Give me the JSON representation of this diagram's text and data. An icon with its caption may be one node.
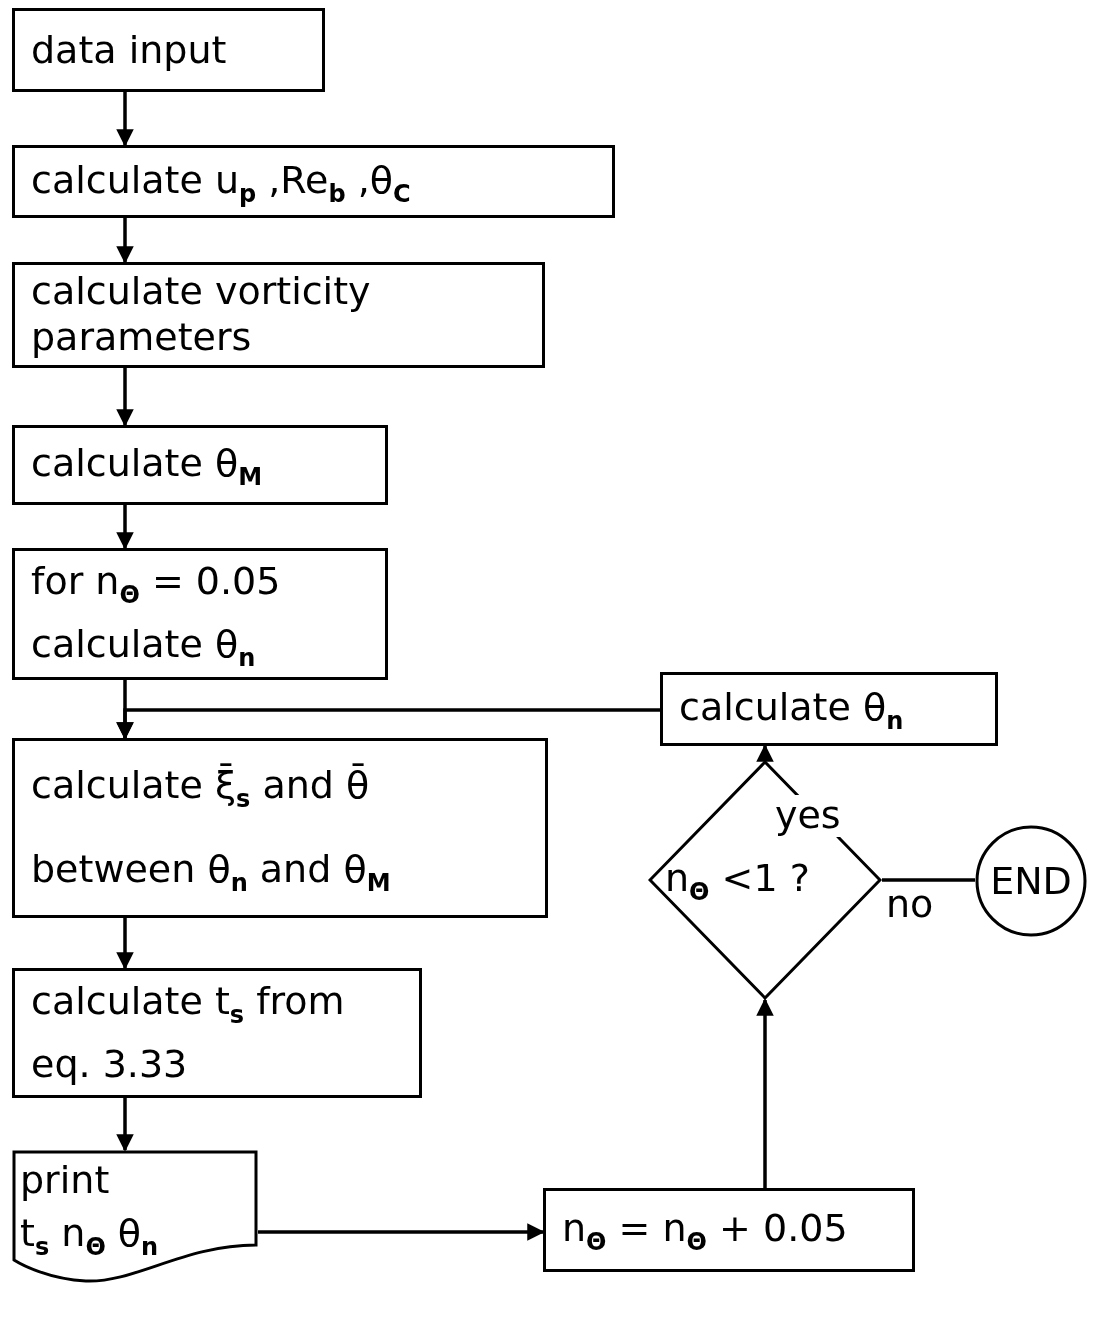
{
  "diagram": {
    "nodes": [
      {
        "text": [
          "data input"
        ]
      },
      {
        "text": [
          "calculate u$_{p}$ ,Re$_{b}$ ,θ$_{C}$"
        ]
      },
      {
        "text": [
          "calculate vorticity parameters"
        ]
      },
      {
        "text": [
          "calculate θ$_{M}$"
        ]
      },
      {
        "text": [
          "for n$_{Θ}$ = 0.05 calculate θ$_{n}$"
        ]
      },
      {
        "text": [
          "calculate ξ̄$_{s}$ and θ̄ between θ$_{n}$ and θ$_{M}$"
        ]
      },
      {
        "text": [
          "calculate t$_{s}$ from eq. 3.33"
        ]
      },
      {
        "text": [
          "print",
          "t$_{s}$ n$_{Θ}$ θ$_{n}$"
        ]
      },
      {
        "text": [
          "n$_{Θ}$ = n$_{Θ}$ + 0.05"
        ]
      },
      {
        "text": [
          "n$_{Θ}$ <1 ?"
        ]
      },
      {
        "text": [
          "END"
        ]
      },
      {
        "text": [
          "calculate θ$_{n}$"
        ]
      }
    ],
    "edges": [
      {
        "from": 0,
        "to": 1,
        "arrow": "to"
      },
      {
        "from": 1,
        "to": 2,
        "arrow": "to"
      },
      {
        "from": 2,
        "to": 3,
        "arrow": "to"
      },
      {
        "from": 3,
        "to": 4,
        "arrow": "to"
      },
      {
        "from": 4,
        "to": 5,
        "arrow": "to"
      },
      {
        "from": 5,
        "to": 6,
        "arrow": "to"
      },
      {
        "from": 6,
        "to": 7,
        "arrow": "to"
      },
      {
        "from": 7,
        "to": 8,
        "arrow": "to"
      },
      {
        "from": 8,
        "to": 9,
        "arrow": "to"
      },
      {
        "from": 9,
        "to": 11,
        "arrow": "to",
        "label": "yes"
      },
      {
        "from": 9,
        "to": 10,
        "arrow": "none",
        "label": "no"
      },
      {
        "from": 11,
        "to": 5,
        "arrow": "to"
      }
    ]
  }
}
